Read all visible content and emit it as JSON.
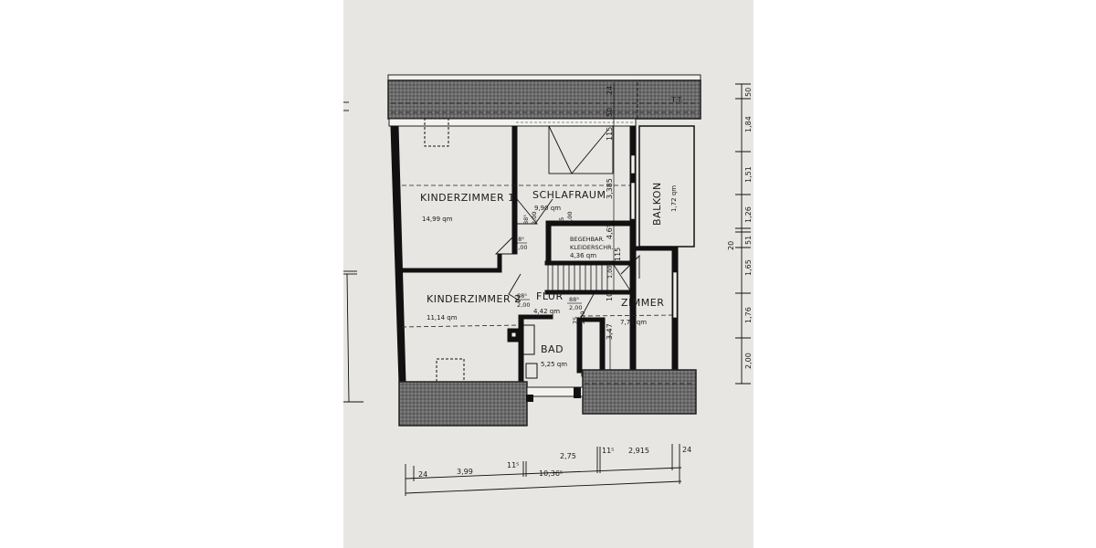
{
  "plan": {
    "rooms": [
      {
        "name": "KINDERZIMMER 1",
        "area": "14,99 qm"
      },
      {
        "name": "SCHLAFRAUM",
        "area": "9,90 qm"
      },
      {
        "name": "BALKON",
        "area": "1,72 qm"
      },
      {
        "name": "BEGEHBAR.",
        "name2": "KLEIDERSCHR.",
        "area": "4,36 qm"
      },
      {
        "name": "KINDERZIMMER 2",
        "area": "11,14 qm"
      },
      {
        "name": "FLUR",
        "area": "4,42 qm"
      },
      {
        "name": "ZIMMER",
        "area": "7,71 qm"
      },
      {
        "name": "BAD",
        "area": "5,25 qm"
      }
    ],
    "doors": [
      {
        "w": "88⁵",
        "h": "2,00"
      },
      {
        "w": "88⁵",
        "h": "2,00"
      },
      {
        "w": "88⁵",
        "h": "2,00"
      },
      {
        "w": "88⁵",
        "h": "2,00"
      },
      {
        "w": "75",
        "h": "2,00"
      },
      {
        "w": "75",
        "h": "2,00"
      }
    ],
    "inner_dims": {
      "top_24": "24",
      "top_50": "50",
      "top_115": "115",
      "schlaf_3385": "3,385",
      "kleider_465": "4,6⁵",
      "kleider_115": "115",
      "stair_100": "1,00",
      "stair_10": "10",
      "zimmer_347": "3,47"
    },
    "tt_label": "T.T."
  },
  "bottom_dims": {
    "row1": [
      "24",
      "3,99",
      "11⁵",
      "2,75",
      "11⁵",
      "2,915",
      "24"
    ],
    "total": "10,36⁵"
  },
  "right_dims": [
    "50",
    "1,84",
    "1,51",
    "1,26",
    "51",
    "1,65",
    "1,76",
    "2,00"
  ],
  "right_dim_mid": "20"
}
